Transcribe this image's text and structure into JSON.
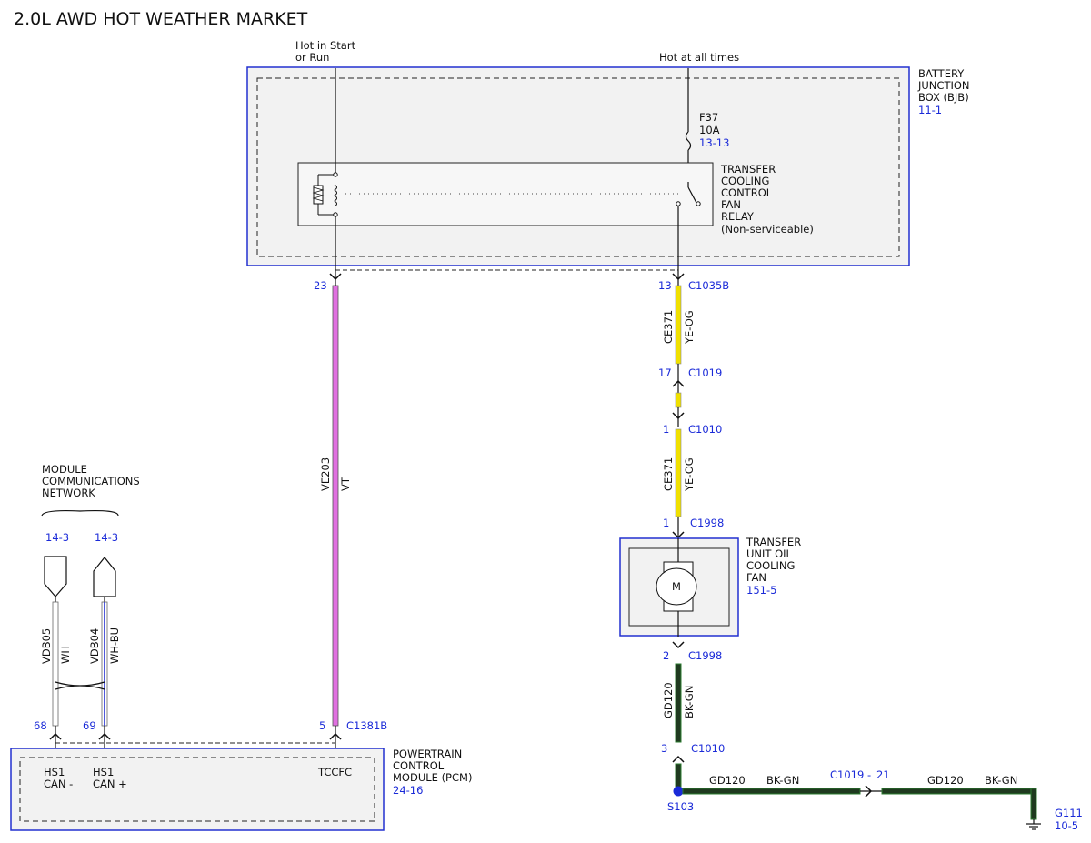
{
  "title": "2.0L AWD HOT WEATHER MARKET",
  "bjb": {
    "hot_start_line1": "Hot in Start",
    "hot_start_line2": "or Run",
    "hot_all": "Hot at all times",
    "label": [
      "BATTERY",
      "JUNCTION",
      "BOX (BJB)"
    ],
    "ref": "11-1",
    "fuse": {
      "name": "F37",
      "rating": "10A",
      "ref": "13-13"
    },
    "relay_label": [
      "TRANSFER",
      "COOLING",
      "CONTROL",
      "FAN",
      "RELAY",
      "(Non-serviceable)"
    ]
  },
  "connectors": {
    "pin23": "23",
    "pin13": "13",
    "c1035b": "C1035B",
    "pin17": "17",
    "c1019": "C1019",
    "pin1a": "1",
    "c1010a": "C1010",
    "pin1b": "1",
    "c1998a": "C1998",
    "pin2": "2",
    "c1998b": "C1998",
    "pin3": "3",
    "c1010b": "C1010",
    "pin5": "5",
    "c1381b": "C1381B",
    "pin68": "68",
    "pin69": "69"
  },
  "wires": {
    "ve203_circuit": "VE203",
    "ve203_color": "VT",
    "ce371_circuit_a": "CE371",
    "ce371_color_a": "YE-OG",
    "ce371_circuit_b": "CE371",
    "ce371_color_b": "YE-OG",
    "gd120_circuit": "GD120",
    "gd120_color": "BK-GN",
    "vdb05_circuit": "VDB05",
    "vdb05_color": "WH",
    "vdb04_circuit": "VDB04",
    "vdb04_color": "WH-BU",
    "h1_circuit": "GD120",
    "h1_color": "BK-GN",
    "h1_conn": "C1019",
    "h1_dash": "-",
    "h1_pin": "21",
    "h2_circuit": "GD120",
    "h2_color": "BK-GN"
  },
  "fan": {
    "label": [
      "TRANSFER",
      "UNIT OIL",
      "COOLING",
      "FAN"
    ],
    "ref": "151-5",
    "motor": "M"
  },
  "ground": {
    "splice": "S103",
    "name": "G111",
    "ref": "10-5"
  },
  "network": {
    "label": [
      "MODULE",
      "COMMUNICATIONS",
      "NETWORK"
    ],
    "ref_left": "14-3",
    "ref_right": "14-3"
  },
  "pcm": {
    "label": [
      "POWERTRAIN",
      "CONTROL",
      "MODULE (PCM)"
    ],
    "ref": "24-16",
    "pin_hs1_minus": [
      "HS1",
      "CAN -"
    ],
    "pin_hs1_plus": [
      "HS1",
      "CAN +"
    ],
    "pin_tccfc": "TCCFC"
  },
  "colors": {
    "module_border": "#1a2ad8",
    "wire_violet": "#e070e0",
    "wire_yellow": "#f0e000",
    "wire_ground": "#1f3a1f",
    "ref_text": "#1a2ad8"
  }
}
